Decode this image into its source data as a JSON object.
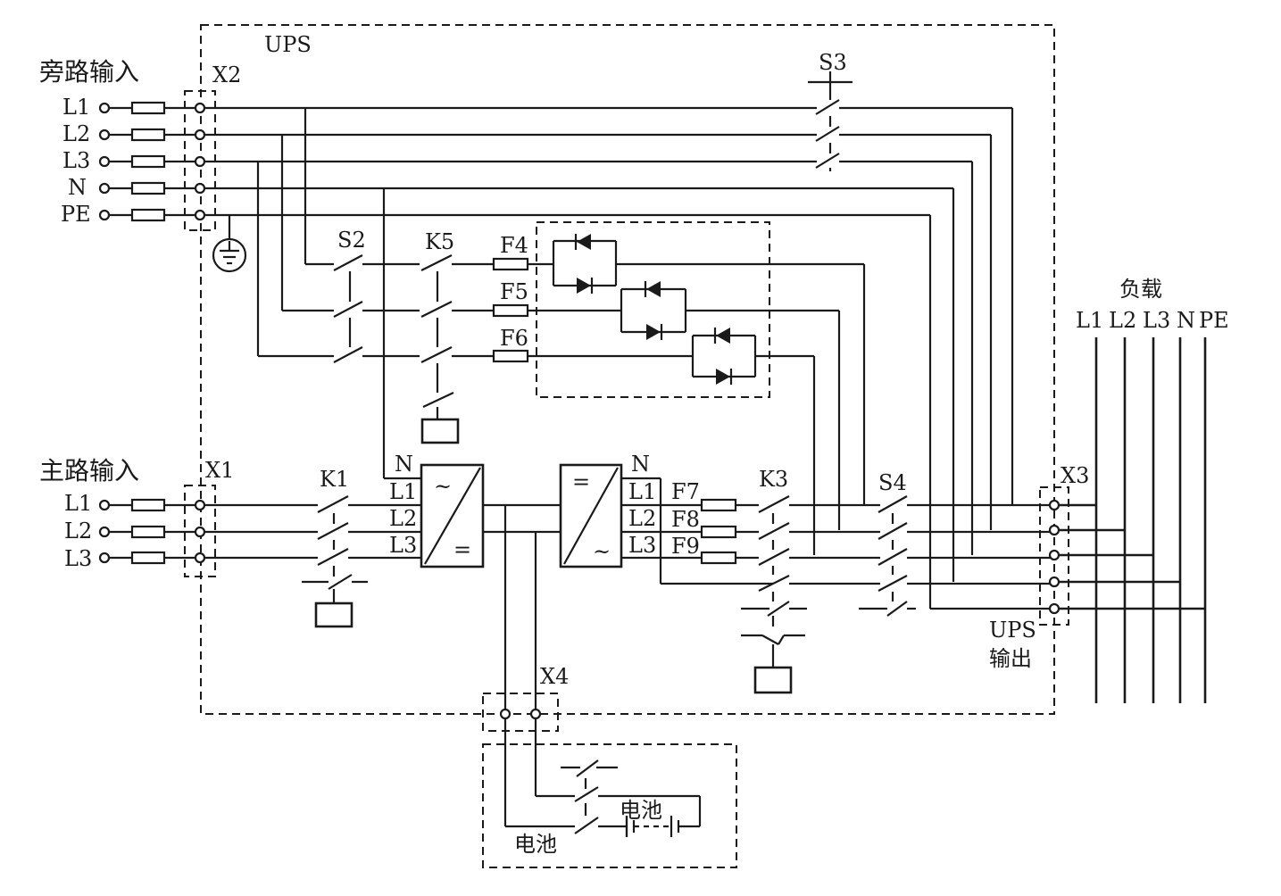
{
  "labels": {
    "ups": "UPS",
    "bypass_input": "旁路输入",
    "main_input": "主路输入",
    "load": "负载",
    "ups_output_line1": "UPS",
    "ups_output_line2": "输出",
    "battery_inner": "电池",
    "battery_outer": "电池"
  },
  "terminals": {
    "x1": "X1",
    "x2": "X2",
    "x3": "X3",
    "x4": "X4"
  },
  "bypass_phases": [
    "L1",
    "L2",
    "L3",
    "N",
    "PE"
  ],
  "main_phases": [
    "L1",
    "L2",
    "L3"
  ],
  "load_phases": [
    "L1",
    "L2",
    "L3",
    "N",
    "PE"
  ],
  "switches": {
    "s2": "S2",
    "s3": "S3",
    "s4": "S4",
    "k1": "K1",
    "k3": "K3",
    "k5": "K5"
  },
  "fuses": {
    "f4": "F4",
    "f5": "F5",
    "f6": "F6",
    "f7": "F7",
    "f8": "F8",
    "f9": "F9"
  },
  "rectifier": {
    "pins": [
      "N",
      "L1",
      "L2",
      "L3"
    ],
    "ac_symbol": "~",
    "dc_symbol": "="
  },
  "inverter": {
    "pins": [
      "N",
      "L1",
      "L2",
      "L3"
    ],
    "dc_symbol": "=",
    "ac_symbol": "~"
  }
}
